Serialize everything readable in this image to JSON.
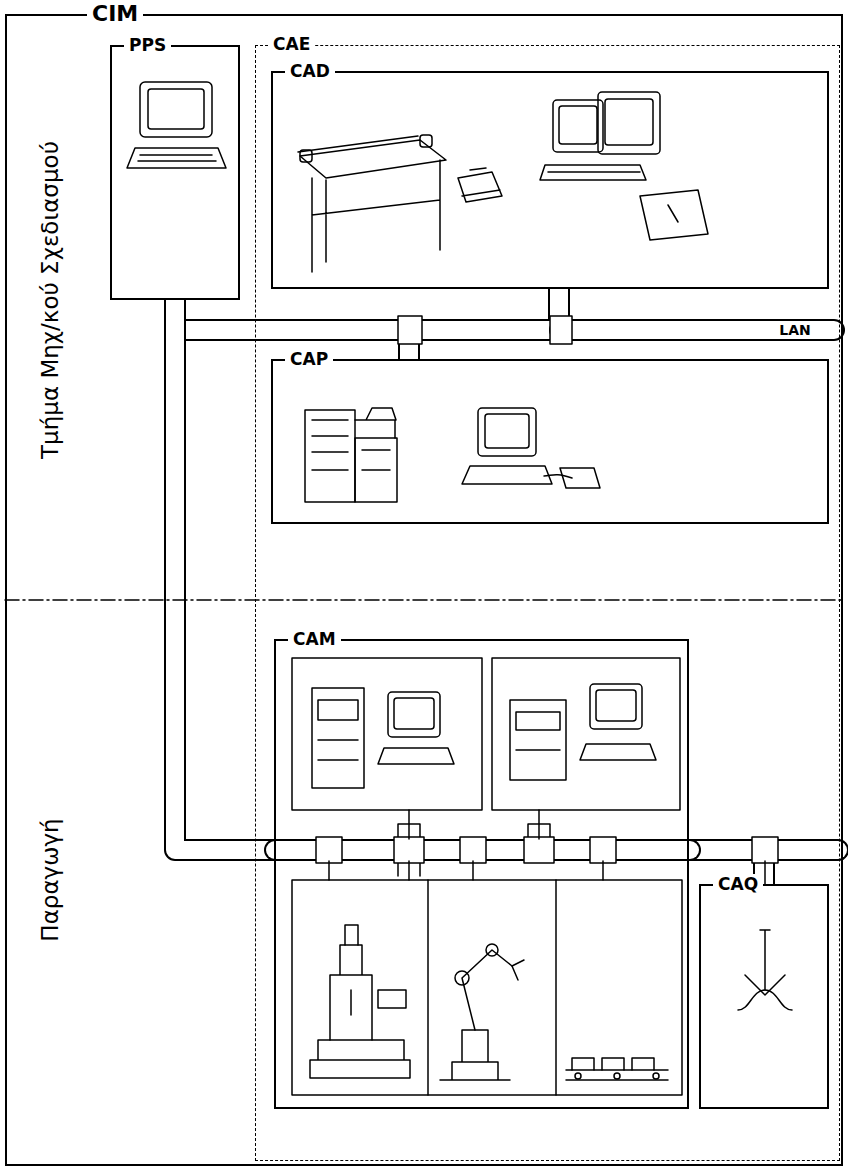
{
  "diagram": {
    "nodes": [
      {
        "text": [
          "CIM"
        ]
      },
      {
        "text": [
          "PPS"
        ],
        "in": 0
      },
      {
        "text": [
          "CAE"
        ],
        "in": 0
      },
      {
        "text": [
          "CAD"
        ],
        "in": 2
      },
      {
        "text": [
          "CAP"
        ],
        "in": 2
      },
      {
        "text": [
          "CAM"
        ],
        "in": 2
      },
      {
        "text": [
          "CAQ"
        ],
        "in": 2
      }
    ],
    "edges": [
      {
        "from": 1,
        "to": 3,
        "arrow": "none"
      },
      {
        "from": 4,
        "to": 3,
        "arrow": "none"
      },
      {
        "from": 1,
        "to": 5,
        "arrow": "none"
      },
      {
        "from": 5,
        "to": 6,
        "arrow": "none"
      }
    ],
    "labels": [
      "Τμήμα Μηχ/κού Σχεδιασμού",
      "Παραγωγή",
      "LAN"
    ]
  }
}
